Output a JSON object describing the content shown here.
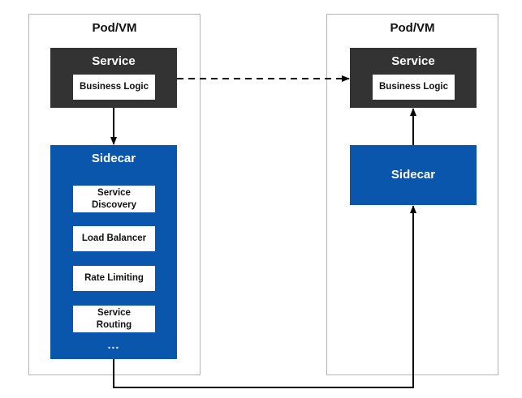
{
  "left_pod": {
    "title": "Pod/VM",
    "service": {
      "title": "Service",
      "inner": "Business Logic"
    },
    "sidecar": {
      "title": "Sidecar",
      "items": [
        {
          "label": "Service Discovery"
        },
        {
          "label": "Load Balancer"
        },
        {
          "label": "Rate Limiting"
        },
        {
          "label": "Service Routing"
        }
      ],
      "more": "..."
    }
  },
  "right_pod": {
    "title": "Pod/VM",
    "service": {
      "title": "Service",
      "inner": "Business Logic"
    },
    "sidecar": {
      "title": "Sidecar"
    }
  },
  "colors": {
    "service_bg": "#333333",
    "sidecar_bg": "#0b56ad",
    "pod_border": "#b5b5b5",
    "line": "#000000"
  }
}
